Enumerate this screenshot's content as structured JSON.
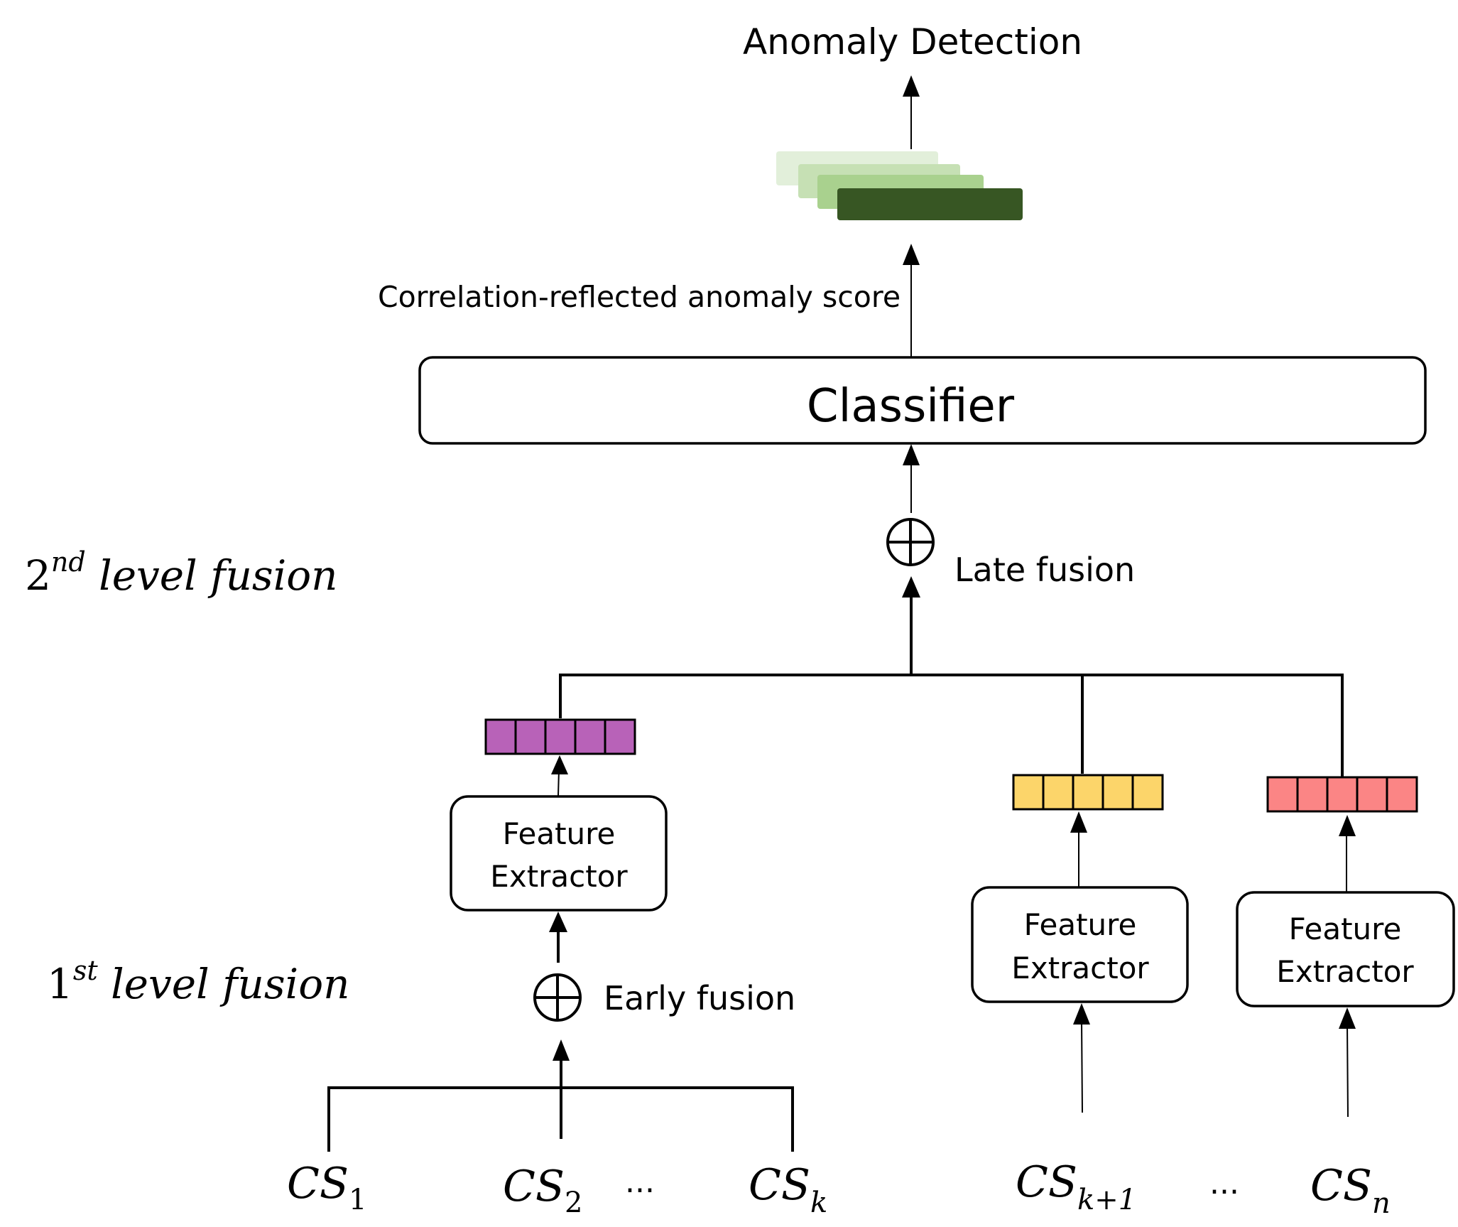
{
  "title": "Anomaly Detection",
  "score_label": "Correlation-reflected anomaly score",
  "classifier_label": "Classifier",
  "late_fusion_label": "Late fusion",
  "early_fusion_label": "Early fusion",
  "second_level": {
    "base": "2",
    "sup": "nd",
    "text": " level fusion"
  },
  "first_level": {
    "base": "1",
    "sup": "st",
    "text": " level fusion"
  },
  "feature_extractor": {
    "line1": "Feature",
    "line2": "Extractor"
  },
  "inputs": [
    {
      "base": "CS",
      "sub": "1"
    },
    {
      "base": "CS",
      "sub": "2"
    },
    {
      "base": "CS",
      "sub": "k"
    },
    {
      "base": "CS",
      "sub": "k+1"
    },
    {
      "base": "CS",
      "sub": "n"
    }
  ],
  "ellipsis": "...",
  "colors": {
    "vector_purple": "#b862b8",
    "vector_yellow": "#fcd56a",
    "vector_red": "#fb8585",
    "score_layers": [
      "#e2efda",
      "#c6e0b4",
      "#a9d18e",
      "#375623"
    ]
  }
}
